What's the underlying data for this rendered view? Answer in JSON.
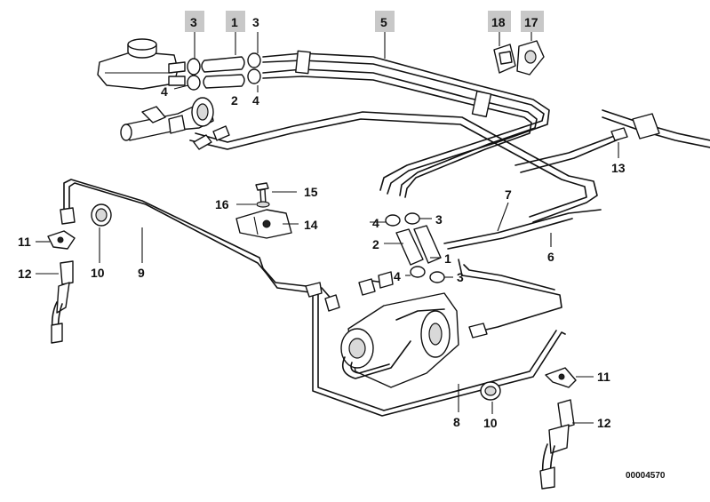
{
  "diagram": {
    "doc_number": "00004570",
    "callouts": [
      {
        "id": "c3a",
        "label": "3",
        "highlighted": true
      },
      {
        "id": "c1a",
        "label": "1",
        "highlighted": true
      },
      {
        "id": "c3b",
        "label": "3",
        "highlighted": false
      },
      {
        "id": "c5",
        "label": "5",
        "highlighted": true
      },
      {
        "id": "c18",
        "label": "18",
        "highlighted": true
      },
      {
        "id": "c17",
        "label": "17",
        "highlighted": true
      },
      {
        "id": "c4a",
        "label": "4",
        "highlighted": false
      },
      {
        "id": "c2a",
        "label": "2",
        "highlighted": false
      },
      {
        "id": "c4b",
        "label": "4",
        "highlighted": false
      },
      {
        "id": "c13",
        "label": "13",
        "highlighted": false
      },
      {
        "id": "c15",
        "label": "15",
        "highlighted": false
      },
      {
        "id": "c16",
        "label": "16",
        "highlighted": false
      },
      {
        "id": "c14",
        "label": "14",
        "highlighted": false
      },
      {
        "id": "c7",
        "label": "7",
        "highlighted": false
      },
      {
        "id": "c4c",
        "label": "4",
        "highlighted": false
      },
      {
        "id": "c3c",
        "label": "3",
        "highlighted": false
      },
      {
        "id": "c2b",
        "label": "2",
        "highlighted": false
      },
      {
        "id": "c1b",
        "label": "1",
        "highlighted": false
      },
      {
        "id": "c4d",
        "label": "4",
        "highlighted": false
      },
      {
        "id": "c3d",
        "label": "3",
        "highlighted": false
      },
      {
        "id": "c6",
        "label": "6",
        "highlighted": false
      },
      {
        "id": "c11a",
        "label": "11",
        "highlighted": false
      },
      {
        "id": "c10a",
        "label": "10",
        "highlighted": false
      },
      {
        "id": "c9",
        "label": "9",
        "highlighted": false
      },
      {
        "id": "c12a",
        "label": "12",
        "highlighted": false
      },
      {
        "id": "c11b",
        "label": "11",
        "highlighted": false
      },
      {
        "id": "c8",
        "label": "8",
        "highlighted": false
      },
      {
        "id": "c10b",
        "label": "10",
        "highlighted": false
      },
      {
        "id": "c12b",
        "label": "12",
        "highlighted": false
      }
    ]
  }
}
